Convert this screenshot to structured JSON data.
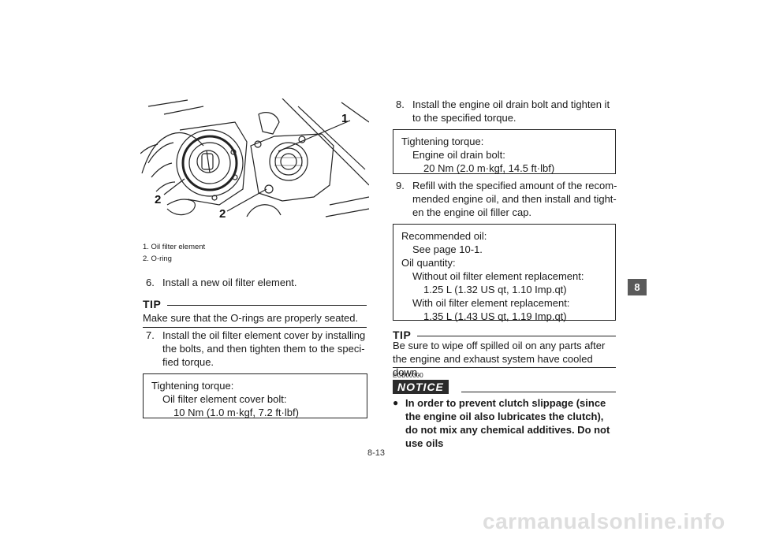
{
  "figure": {
    "callouts": [
      "1",
      "2",
      "2"
    ],
    "captions": [
      "1.  Oil filter element",
      "2.  O-ring"
    ]
  },
  "steps": {
    "s6": {
      "num": "6.",
      "text": "Install a new oil filter element."
    },
    "s7": {
      "num": "7.",
      "text": "Install the oil filter element cover by installing the bolts, and then tighten them to the speci-fied torque."
    },
    "s8": {
      "num": "8.",
      "text": "Install the engine oil drain bolt and tighten it to the specified torque."
    },
    "s9": {
      "num": "9.",
      "text": "Refill with the specified amount of the recom-mended engine oil, and then install and tight-en the engine oil filler cap."
    }
  },
  "tip1": {
    "head": "TIP",
    "text": "Make sure that the O-rings are properly seated."
  },
  "torque_box_1": {
    "line1": "Tightening torque:",
    "line2": "Oil filter element cover bolt:",
    "line3": "10 Nm (1.0 m·kgf, 7.2 ft·lbf)"
  },
  "torque_box_2": {
    "line1": "Tightening torque:",
    "line2": "Engine oil drain bolt:",
    "line3": "20 Nm (2.0 m·kgf, 14.5 ft·lbf)"
  },
  "oil_box": {
    "line1": "Recommended oil:",
    "line2": "See page 10-1.",
    "line3": "Oil quantity:",
    "line4": "Without oil filter element replacement:",
    "line5": "1.25 L (1.32 US qt, 1.10 Imp.qt)",
    "line6": "With oil filter element replacement:",
    "line7": "1.35 L (1.43 US qt, 1.19 Imp.qt)"
  },
  "tip2": {
    "head": "TIP",
    "text": "Be sure to wipe off spilled oil on any parts after the engine and exhaust system have cooled down."
  },
  "notice": {
    "code": "ECB00300",
    "label": "NOTICE",
    "bullet": "●",
    "text": "In order to prevent clutch slippage (since the engine oil also lubricates the clutch), do not mix any chemical additives. Do not use oils"
  },
  "chapter_tab": "8",
  "page_number": "8-13",
  "watermark": "carmanualsonline.info"
}
